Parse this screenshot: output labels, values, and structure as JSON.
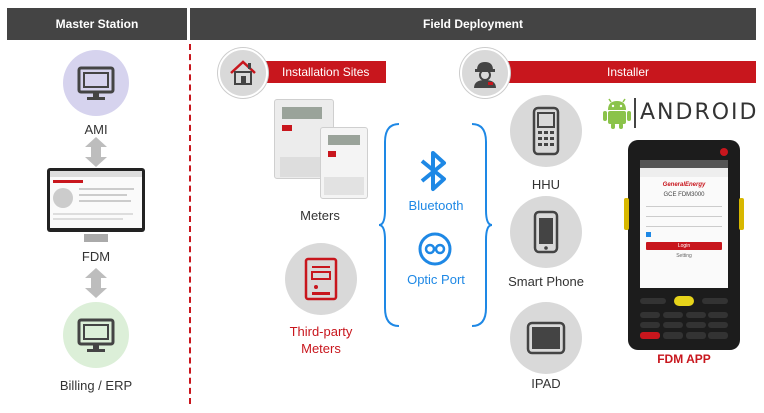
{
  "headers": {
    "master": "Master Station",
    "field": "Field Deployment"
  },
  "bars": {
    "sites": "Installation Sites",
    "installer": "Installer"
  },
  "master_nodes": {
    "ami": "AMI",
    "fdm": "FDM",
    "billing": "Billing / ERP"
  },
  "devices": {
    "meters": "Meters",
    "third_party_line1": "Third-party",
    "third_party_line2": "Meters"
  },
  "comm": {
    "bluetooth": "Bluetooth",
    "optic": "Optic Port"
  },
  "handhelds": {
    "hhu": "HHU",
    "phone": "Smart Phone",
    "ipad": "IPAD"
  },
  "android_word": "ANDROID",
  "fdm_app": "FDM APP",
  "phone_screen": {
    "brand": "GeneralEnergy",
    "model": "GCE FDM3000",
    "login": "Login",
    "setting": "Setting"
  },
  "colors": {
    "accent": "#c8161d",
    "header": "#444444",
    "blue": "#1e88e5",
    "android_green": "#8bc34a"
  }
}
